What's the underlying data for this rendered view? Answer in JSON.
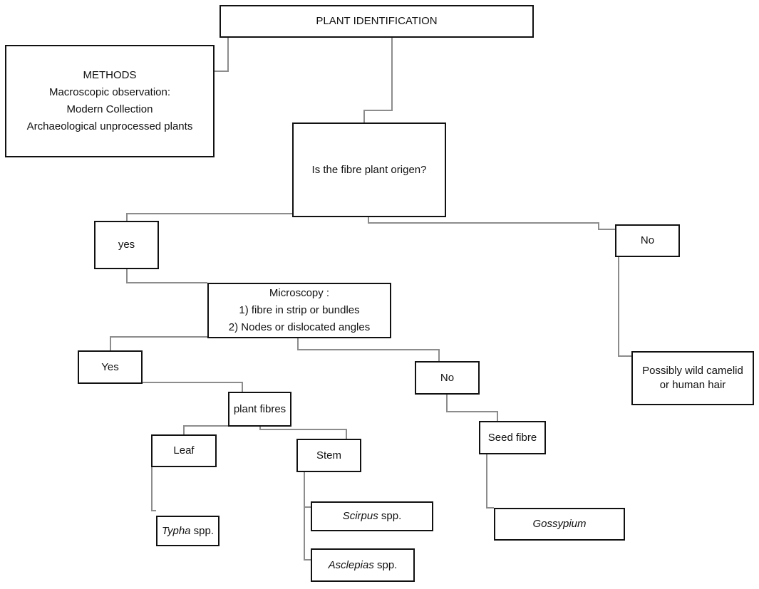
{
  "nodes": {
    "plant_identification": "PLANT IDENTIFICATION",
    "methods": {
      "title": "METHODS",
      "lines": [
        "Macroscopic observation:",
        "Modern Collection",
        "Archaeological unprocessed plants"
      ]
    },
    "question": "Is the fibre plant origen?",
    "yes_top": "yes",
    "no_top": "No",
    "hair": [
      "Possibly wild camelid",
      "or human hair"
    ],
    "microscopy": {
      "title": "Microscopy :",
      "lines": [
        "1) fibre in strip or bundles",
        "2) Nodes or dislocated angles"
      ]
    },
    "yes_mid": "Yes",
    "no_mid": "No",
    "plant_fibres": "plant fibres",
    "leaf": "Leaf",
    "stem": "Stem",
    "seed_fibre": "Seed fibre",
    "typha": {
      "genus": "Typha",
      "suffix": " spp."
    },
    "scirpus": {
      "genus": "Scirpus",
      "suffix": " spp."
    },
    "asclepias": {
      "genus": "Asclepias",
      "suffix": " spp."
    },
    "gossypium": {
      "genus": "Gossypium",
      "suffix": ""
    }
  },
  "colors": {
    "connector": "#8c8c8c",
    "border": "#111111"
  }
}
